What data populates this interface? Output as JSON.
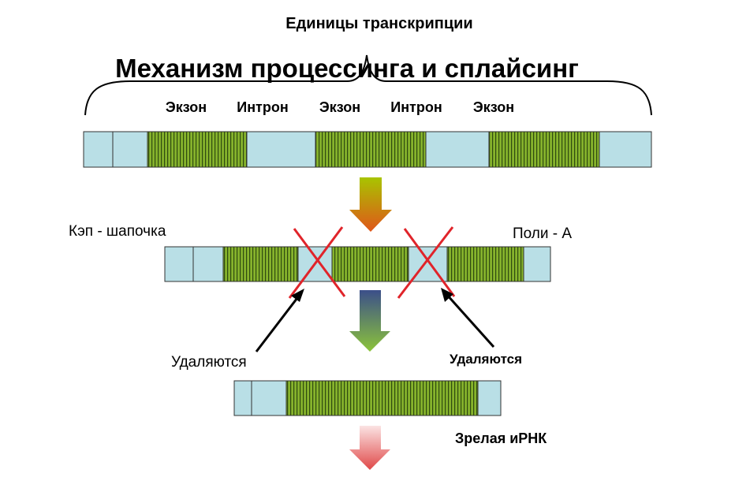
{
  "title": "Механизм процессинга и сплайсинг",
  "transcription_units": "Единицы транскрипции",
  "segment_labels": [
    "Экзон",
    "Интрон",
    "Экзон",
    "Интрон",
    "Экзон"
  ],
  "cap_label": "Кэп - шапочка",
  "polya_label": "Поли - А",
  "removed_left": "Удаляются",
  "removed_right": "Удаляются",
  "mature_label": "Зрелая иРНК",
  "colors": {
    "intron": "#b9dfe6",
    "exon": "#86b32c",
    "stripe": "#2f4a10",
    "cross": "#e0242a"
  }
}
